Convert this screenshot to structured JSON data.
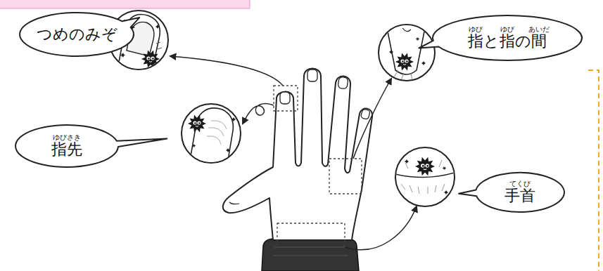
{
  "diagram": {
    "nodes": [
      {
        "text": [
          "つめのみぞ"
        ]
      },
      {
        "text": [
          "指と指の間"
        ]
      },
      {
        "text": [
          "指先"
        ]
      },
      {
        "text": [
          "手首"
        ]
      }
    ],
    "labels": [
      "ゆび",
      "ゆび",
      "あいだ",
      "ゆびさき",
      "てくび"
    ]
  }
}
